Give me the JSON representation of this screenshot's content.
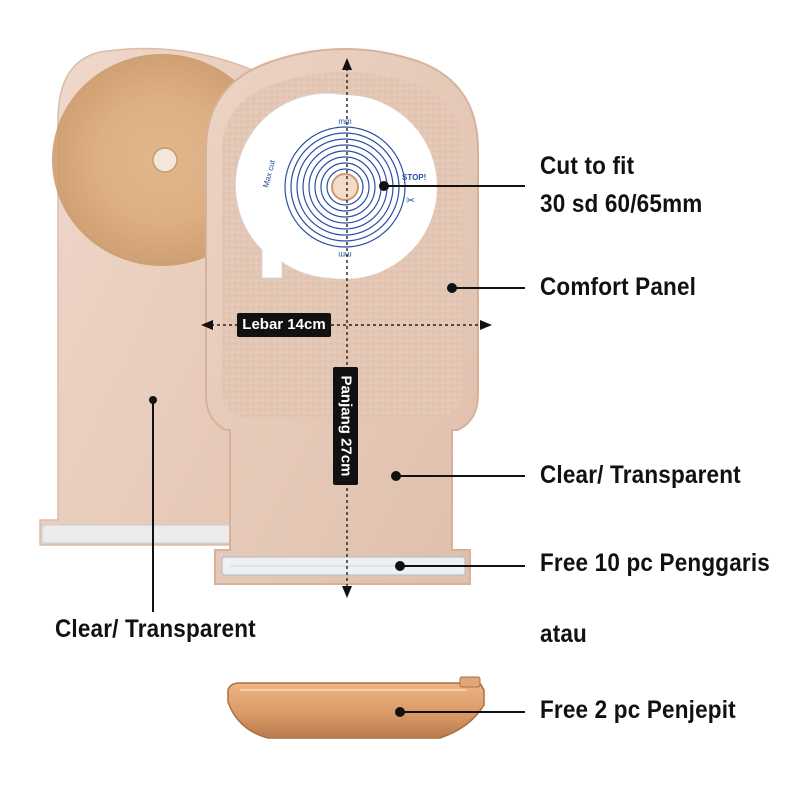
{
  "labels": {
    "cut_to_fit_line1": "Cut to fit",
    "cut_to_fit_line2": "30 sd 60/65mm",
    "comfort_panel": "Comfort Panel",
    "clear_right": "Clear/ Transparent",
    "free_ruler": "Free 10 pc Penggaris",
    "atau": "atau",
    "free_clip": "Free 2 pc Penjepit",
    "clear_left": "Clear/ Transparent"
  },
  "dimensions": {
    "width_label": "Lebar 14cm",
    "length_label": "Panjang 27cm"
  },
  "flange": {
    "unit_top": "mm",
    "unit_bottom": "mm",
    "max_cut": "Max cut",
    "stop": "STOP!"
  },
  "colors": {
    "pouch": "#e8cdbd",
    "wafer": "#d9a978",
    "ring_blue": "#2a4fa3",
    "clip": "#d89a6a",
    "text": "#111111"
  }
}
